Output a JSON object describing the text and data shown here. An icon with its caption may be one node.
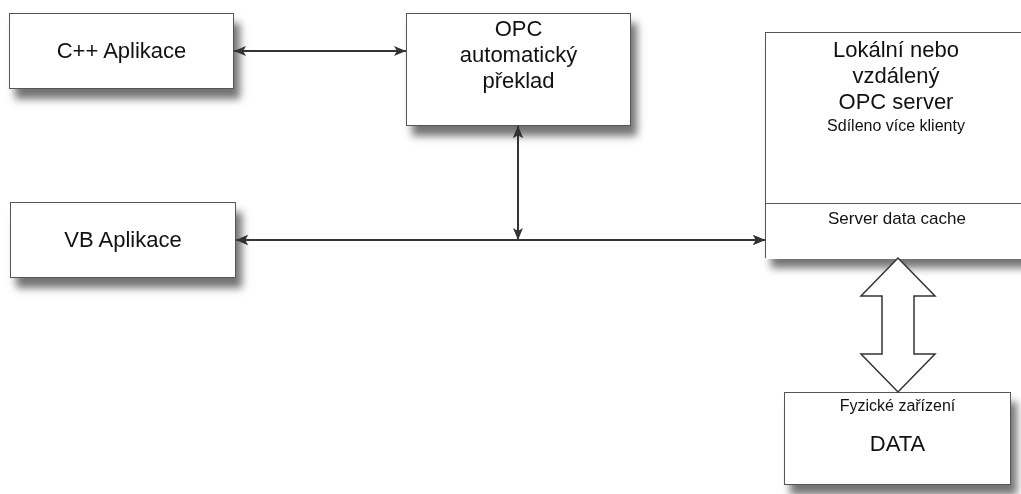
{
  "diagram": {
    "nodes": [
      {
        "text": [
          "C++ Aplikace"
        ]
      },
      {
        "text": [
          "OPC automatický překlad"
        ]
      },
      {
        "text": [
          "Lokální nebo vzdálený OPC server",
          "Sdíleno více klienty"
        ]
      },
      {
        "text": [
          "Server data cache"
        ],
        "in": 2
      },
      {
        "text": [
          "VB Aplikace"
        ]
      },
      {
        "text": [
          "Fyzické zařízení",
          "DATA"
        ]
      }
    ],
    "edges": [
      {
        "from": 0,
        "to": 1,
        "arrow": "both"
      },
      {
        "from": 1,
        "to": 4,
        "arrow": "both"
      },
      {
        "from": 1,
        "to": 3,
        "arrow": "both"
      },
      {
        "from": 4,
        "to": 3,
        "arrow": "both"
      },
      {
        "from": 3,
        "to": 5,
        "arrow": "both",
        "style": "thick"
      }
    ]
  }
}
